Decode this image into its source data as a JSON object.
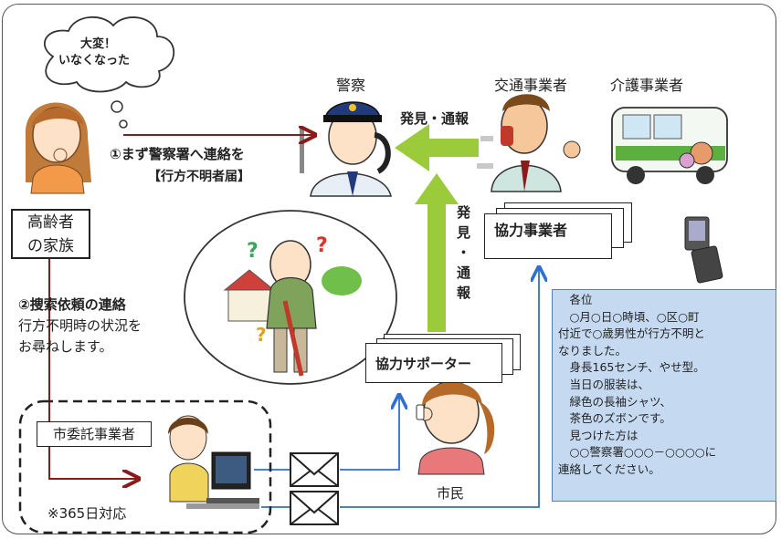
{
  "bubble_text": [
    "大変！",
    "いなくなった"
  ],
  "nodes": {
    "police": "警察",
    "transport": "交通事業者",
    "care": "介護事業者",
    "family": [
      "高齢者",
      "の家族"
    ],
    "coop_business": "協力事業者",
    "coop_supporter": "協力サポーター",
    "contractor": "市委託事業者",
    "citizen": "市民"
  },
  "arrows": {
    "step1": "①まず警察署へ連絡を",
    "step1_sub": "【行方不明者届】",
    "found_report_h": "発見・通報",
    "found_report_v": [
      "発",
      "見",
      "・",
      "通",
      "報"
    ],
    "step2": "②捜索依頼の連絡",
    "step2_sub": [
      "行方不明時の状況を",
      "お尋ねします。"
    ]
  },
  "note_365": "※365日対応",
  "notice_lines": [
    "　各位",
    "　○月○日○時頃、○区○町",
    "付近で○歳男性が行方不明と",
    "なりました。",
    "　身長165センチ、やせ型。",
    "　当日の服装は、",
    "　緑色の長袖シャツ、",
    "　茶色のズボンです。",
    "　見つけた方は",
    "　○○警察署○○○－○○○○に",
    "連絡してください。"
  ],
  "colors": {
    "red_arrow": "#8b1a1a",
    "green_arrow": "#9bcb3b",
    "gray_arrow": "#c8c8c8",
    "blue_line": "#2e6fd1",
    "notice_bg": "#c5d9f1"
  }
}
